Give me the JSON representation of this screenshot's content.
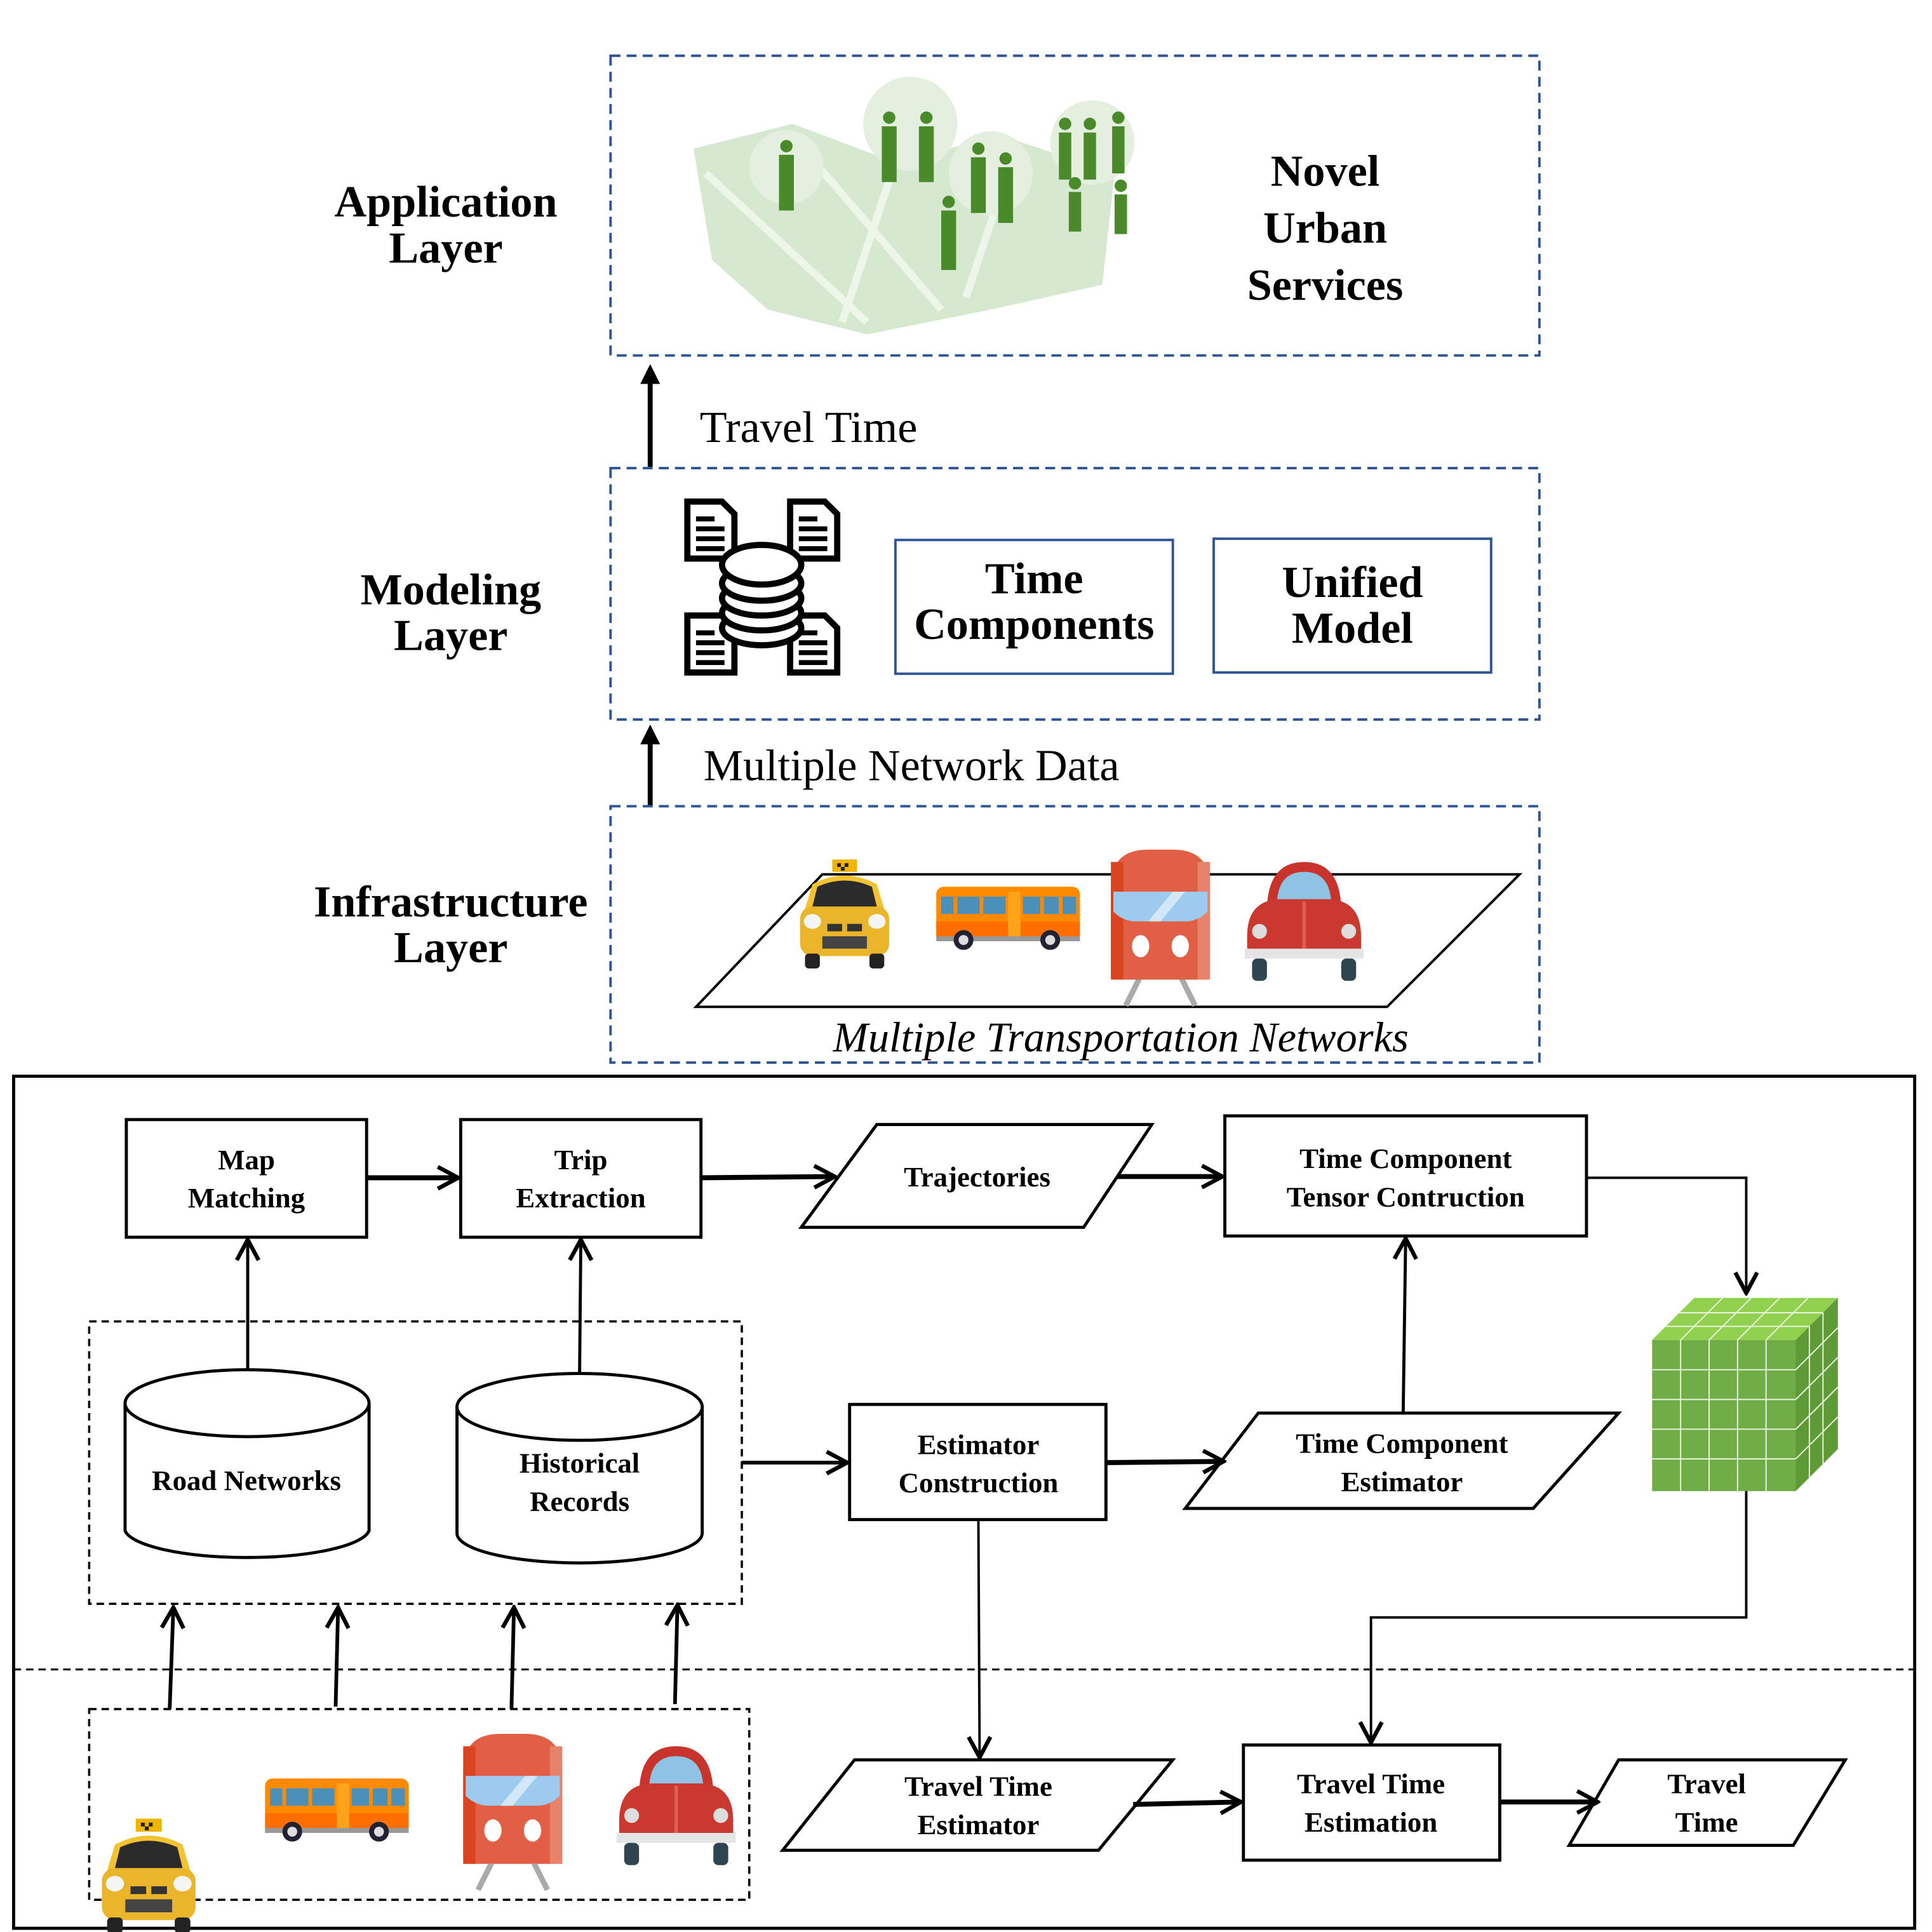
{
  "top_architecture": {
    "layers": [
      {
        "name": "Application Layer",
        "lines": [
          "Application",
          "Layer"
        ]
      },
      {
        "name": "Modeling Layer",
        "lines": [
          "Modeling",
          "Layer"
        ]
      },
      {
        "name": "Infrastructure Layer",
        "lines": [
          "Infrastructure",
          "Layer"
        ]
      }
    ],
    "application": {
      "illustration": "urban-map-people-icon",
      "title_lines": [
        "Novel",
        "Urban",
        "Services"
      ]
    },
    "flow_labels": {
      "modeling_to_application": "Travel Time",
      "infrastructure_to_modeling": "Multiple Network Data"
    },
    "modeling": {
      "icon": "database-documents-icon",
      "boxes": [
        {
          "lines": [
            "Time",
            "Components"
          ]
        },
        {
          "lines": [
            "Unified",
            "Model"
          ]
        }
      ]
    },
    "infrastructure": {
      "vehicles": [
        "taxi-icon",
        "bus-icon",
        "train-icon",
        "car-icon"
      ],
      "caption": "Multiple Transportation Networks"
    },
    "colors": {
      "layer_border": "#2f5597",
      "people_green": "#4a8a2a",
      "map_green": "#cfe3c6",
      "tensor_green": "#70ad47"
    }
  },
  "flowchart": {
    "map_matching": [
      "Map",
      "Matching"
    ],
    "trip_extraction": [
      "Trip",
      "Extraction"
    ],
    "trajectories": [
      "Trajectories"
    ],
    "tensor_construction": [
      "Time Component",
      "Tensor Contruction"
    ],
    "road_networks": [
      "Road Networks"
    ],
    "historical_records": [
      "Historical",
      "Records"
    ],
    "estimator_construction": [
      "Estimator",
      "Construction"
    ],
    "time_component_estimator": [
      "Time Component",
      "Estimator"
    ],
    "tensor_icon": "tensor-cube-icon",
    "travel_time_estimator": [
      "Travel Time",
      "Estimator"
    ],
    "travel_time_estimation": [
      "Travel Time",
      "Estimation"
    ],
    "travel_time_output": [
      "Travel",
      "Time"
    ],
    "vehicles": [
      "taxi-icon",
      "bus-icon",
      "train-icon",
      "car-icon"
    ]
  }
}
